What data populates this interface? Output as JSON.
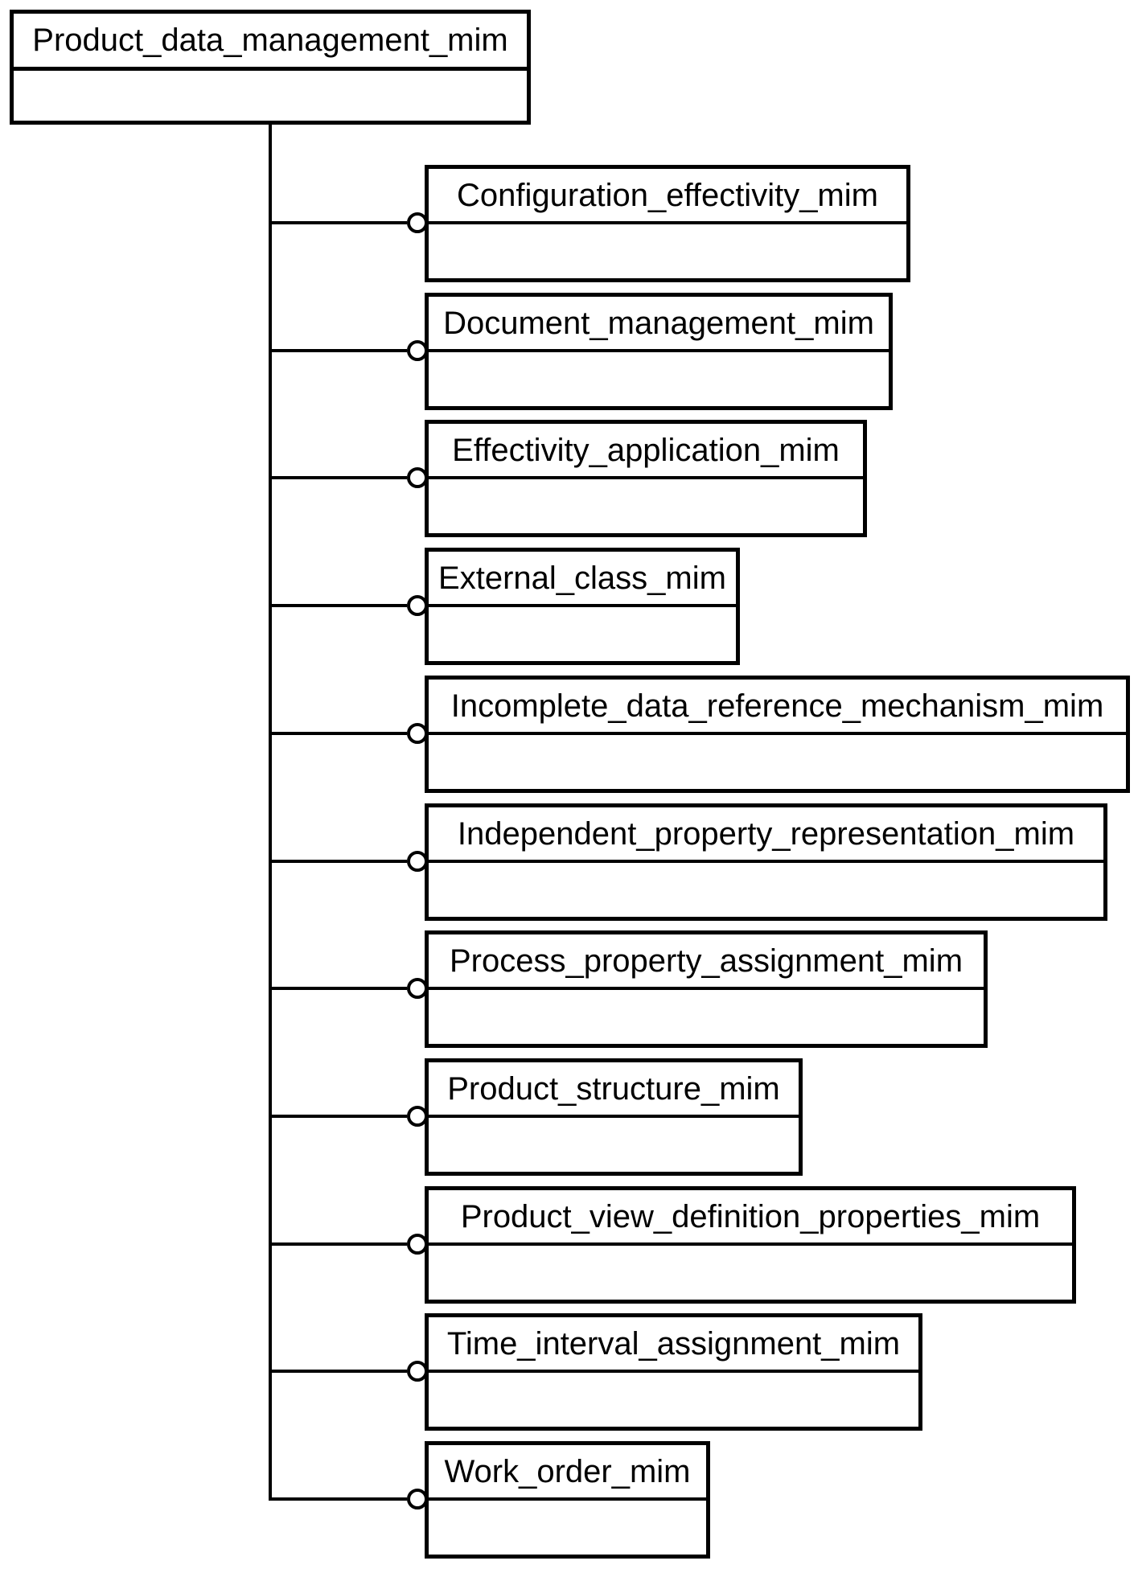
{
  "diagram": {
    "type": "package-hierarchy",
    "connector_icon": "open-circle-aggregation",
    "colors": {
      "line": "#000000",
      "box_fill": "#ffffff",
      "text": "#000000",
      "background": "#ffffff"
    },
    "root": {
      "label": "Product_data_management_mim"
    },
    "children": [
      {
        "label": "Configuration_effectivity_mim"
      },
      {
        "label": "Document_management_mim"
      },
      {
        "label": "Effectivity_application_mim"
      },
      {
        "label": "External_class_mim"
      },
      {
        "label": "Incomplete_data_reference_mechanism_mim"
      },
      {
        "label": "Independent_property_representation_mim"
      },
      {
        "label": "Process_property_assignment_mim"
      },
      {
        "label": "Product_structure_mim"
      },
      {
        "label": "Product_view_definition_properties_mim"
      },
      {
        "label": "Time_interval_assignment_mim"
      },
      {
        "label": "Work_order_mim"
      }
    ]
  }
}
